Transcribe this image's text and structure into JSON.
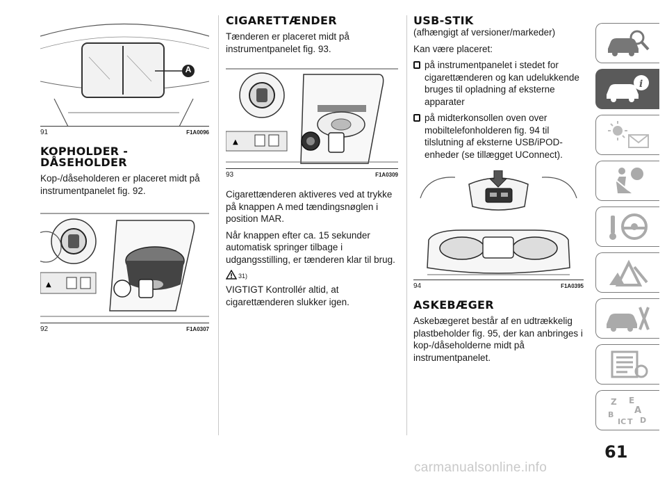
{
  "figures": {
    "fig91": {
      "number": "91",
      "code": "F1A0096",
      "marker": "A"
    },
    "fig92": {
      "number": "92",
      "code": "F1A0307"
    },
    "fig93": {
      "number": "93",
      "code": "F1A0309"
    },
    "fig94": {
      "number": "94",
      "code": "F1A0395"
    }
  },
  "sections": {
    "cupholder": {
      "title_line1": "KOPHOLDER -",
      "title_line2": "DÅSEHOLDER",
      "text": "Kop-/dåseholderen er placeret midt på instrumentpanelet fig. 92."
    },
    "lighter": {
      "title": "CIGARETTÆNDER",
      "text1": "Tænderen er placeret midt på instrumentpanelet fig. 93.",
      "text2": "Cigarettænderen aktiveres ved at trykke på knappen A med tændingsnøglen i position MAR.",
      "text3": "Når knappen efter ca. 15 sekunder automatisk springer tilbage i udgangsstilling, er tænderen klar til brug.",
      "warning_ref": "31)",
      "text4": "VIGTIGT Kontrollér altid, at cigarettænderen slukker igen."
    },
    "usb": {
      "title": "USB-STIK",
      "subtitle": "(afhængigt af versioner/markeder)",
      "intro": "Kan være placeret:",
      "bullets": [
        "på instrumentpanelet i stedet for cigarettænderen og kan udelukkende bruges til opladning af eksterne apparater",
        "på midterkonsollen oven over mobiltelefonholderen fig. 94 til tilslutning af eksterne USB/iPOD-enheder (se tillægget UConnect)."
      ]
    },
    "ashtray": {
      "title": "ASKEBÆGER",
      "text": "Askebægeret består af en udtrækkelig plastbeholder fig. 95, der kan anbringes i kop-/dåseholderne midt på instrumentpanelet."
    }
  },
  "sidebar": {
    "tabs": [
      {
        "icon": "car-search-icon",
        "active": false
      },
      {
        "icon": "car-info-icon",
        "active": true
      },
      {
        "icon": "warning-lights-icon",
        "active": false
      },
      {
        "icon": "airbag-seat-icon",
        "active": false
      },
      {
        "icon": "steering-key-icon",
        "active": false
      },
      {
        "icon": "emergency-triangle-icon",
        "active": false
      },
      {
        "icon": "car-service-icon",
        "active": false
      },
      {
        "icon": "specifications-list-icon",
        "active": false
      },
      {
        "icon": "alphabetical-index-icon",
        "active": false
      }
    ],
    "active_color": "#5a5a5a"
  },
  "page_number": "61",
  "watermark": "carmanualsonline.info"
}
